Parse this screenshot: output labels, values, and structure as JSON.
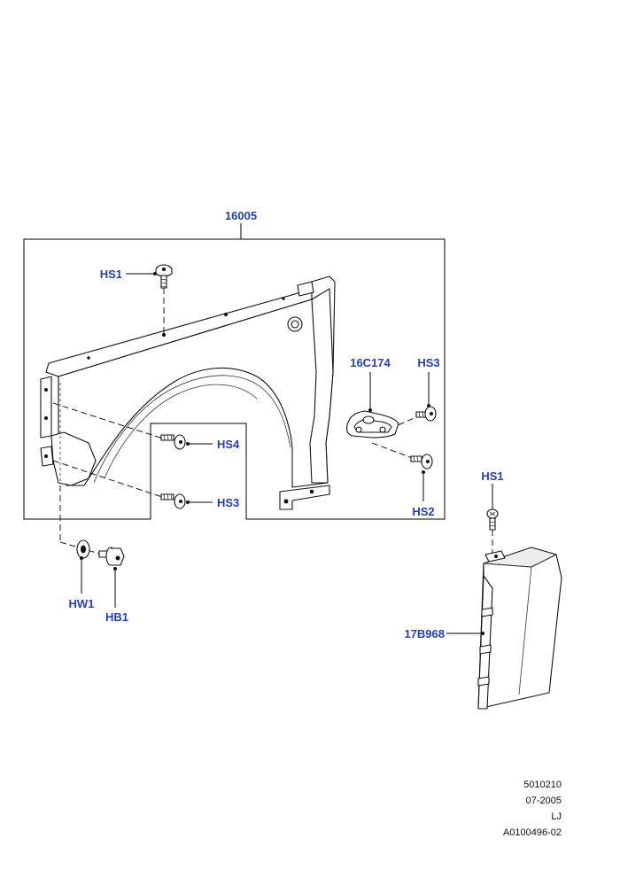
{
  "callouts": {
    "fender": "16005",
    "screw_top": "HS1",
    "bracket": "16C174",
    "screw_bracket": "HS3",
    "screw_mid": "HS4",
    "screw_low": "HS3",
    "screw_bracket_low": "HS2",
    "washer": "HW1",
    "nut": "HB1",
    "screw_trim": "HS1",
    "trim_panel": "17B968"
  },
  "reference": {
    "line1": "5010210",
    "line2": "07-2005",
    "line3": "LJ",
    "line4": "A0100496-02"
  },
  "colors": {
    "callout": "#1f3fbf",
    "lines": "#000000"
  }
}
